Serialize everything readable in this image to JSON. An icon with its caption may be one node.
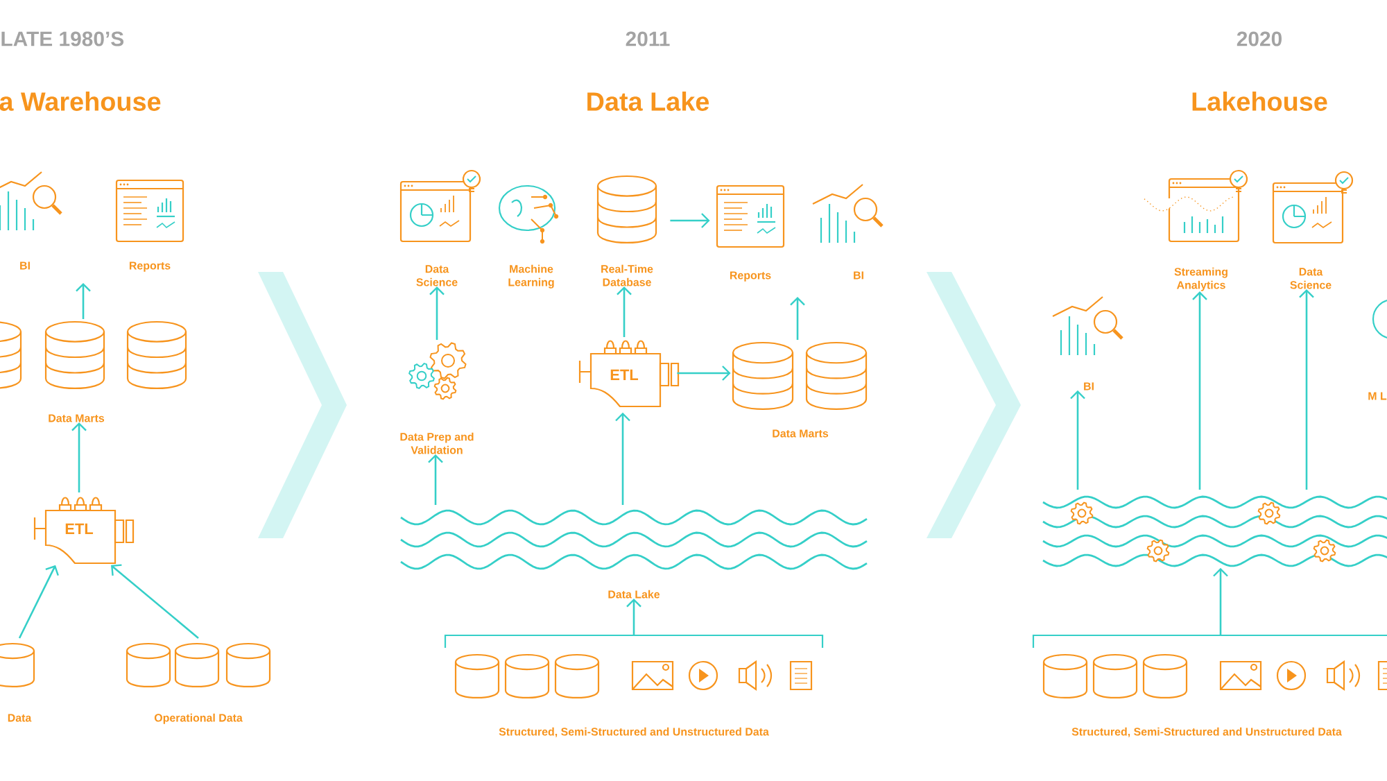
{
  "diagram": {
    "nodes": [
      {
        "text": [
          "BI"
        ]
      },
      {
        "text": [
          "Reports"
        ]
      },
      {
        "text": [
          "Data Marts"
        ]
      },
      {
        "text": [
          "ETL"
        ]
      },
      {
        "text": [
          "Data"
        ]
      },
      {
        "text": [
          "Operational Data"
        ]
      },
      {
        "text": [
          "Data Science"
        ]
      },
      {
        "text": [
          "Machine Learning"
        ]
      },
      {
        "text": [
          "Real-Time Database"
        ]
      },
      {
        "text": [
          "Reports"
        ]
      },
      {
        "text": [
          "BI"
        ]
      },
      {
        "text": [
          "Data Prep and Validation"
        ]
      },
      {
        "text": [
          "ETL"
        ]
      },
      {
        "text": [
          "Data Marts"
        ]
      },
      {
        "text": [
          "Data Lake"
        ]
      },
      {
        "text": [
          "Structured, Semi-Structured and Unstructured Data"
        ]
      },
      {
        "text": [
          "BI"
        ]
      },
      {
        "text": [
          "Streaming Analytics"
        ]
      },
      {
        "text": [
          "Data Science"
        ]
      },
      {
        "text": [
          "M L"
        ]
      },
      {
        "text": [],
        "shape": "picture"
      },
      {
        "text": [
          "Structured, Semi-Structured and Unstructured Data"
        ]
      },
      {
        "text": [],
        "shape": "chevron"
      },
      {
        "text": [],
        "shape": "chevron"
      }
    ],
    "edges": [
      {
        "from": 2,
        "to": null,
        "arrow": "to"
      },
      {
        "from": 3,
        "to": 2,
        "arrow": "to"
      },
      {
        "from": 4,
        "to": 3,
        "arrow": "to"
      },
      {
        "from": 5,
        "to": 3,
        "arrow": "to"
      },
      {
        "from": 8,
        "to": 9,
        "arrow": "to"
      },
      {
        "from": 11,
        "to": 6,
        "arrow": "to"
      },
      {
        "from": 12,
        "to": 8,
        "arrow": "to"
      },
      {
        "from": 12,
        "to": 13,
        "arrow": "to"
      },
      {
        "from": 13,
        "to": null,
        "arrow": "to"
      },
      {
        "from": 14,
        "to": 11,
        "arrow": "to"
      },
      {
        "from": 14,
        "to": 12,
        "arrow": "to"
      },
      {
        "from": 15,
        "to": 14,
        "arrow": "to"
      },
      {
        "from": 20,
        "to": 16,
        "arrow": "to"
      },
      {
        "from": 20,
        "to": 17,
        "arrow": "to"
      },
      {
        "from": 20,
        "to": 18,
        "arrow": "to"
      },
      {
        "from": 21,
        "to": 20,
        "arrow": "to"
      }
    ],
    "labels": [
      "LATE 1980’S",
      "2011",
      "2020",
      "a Warehouse",
      "Data Lake",
      "Lakehouse"
    ]
  }
}
